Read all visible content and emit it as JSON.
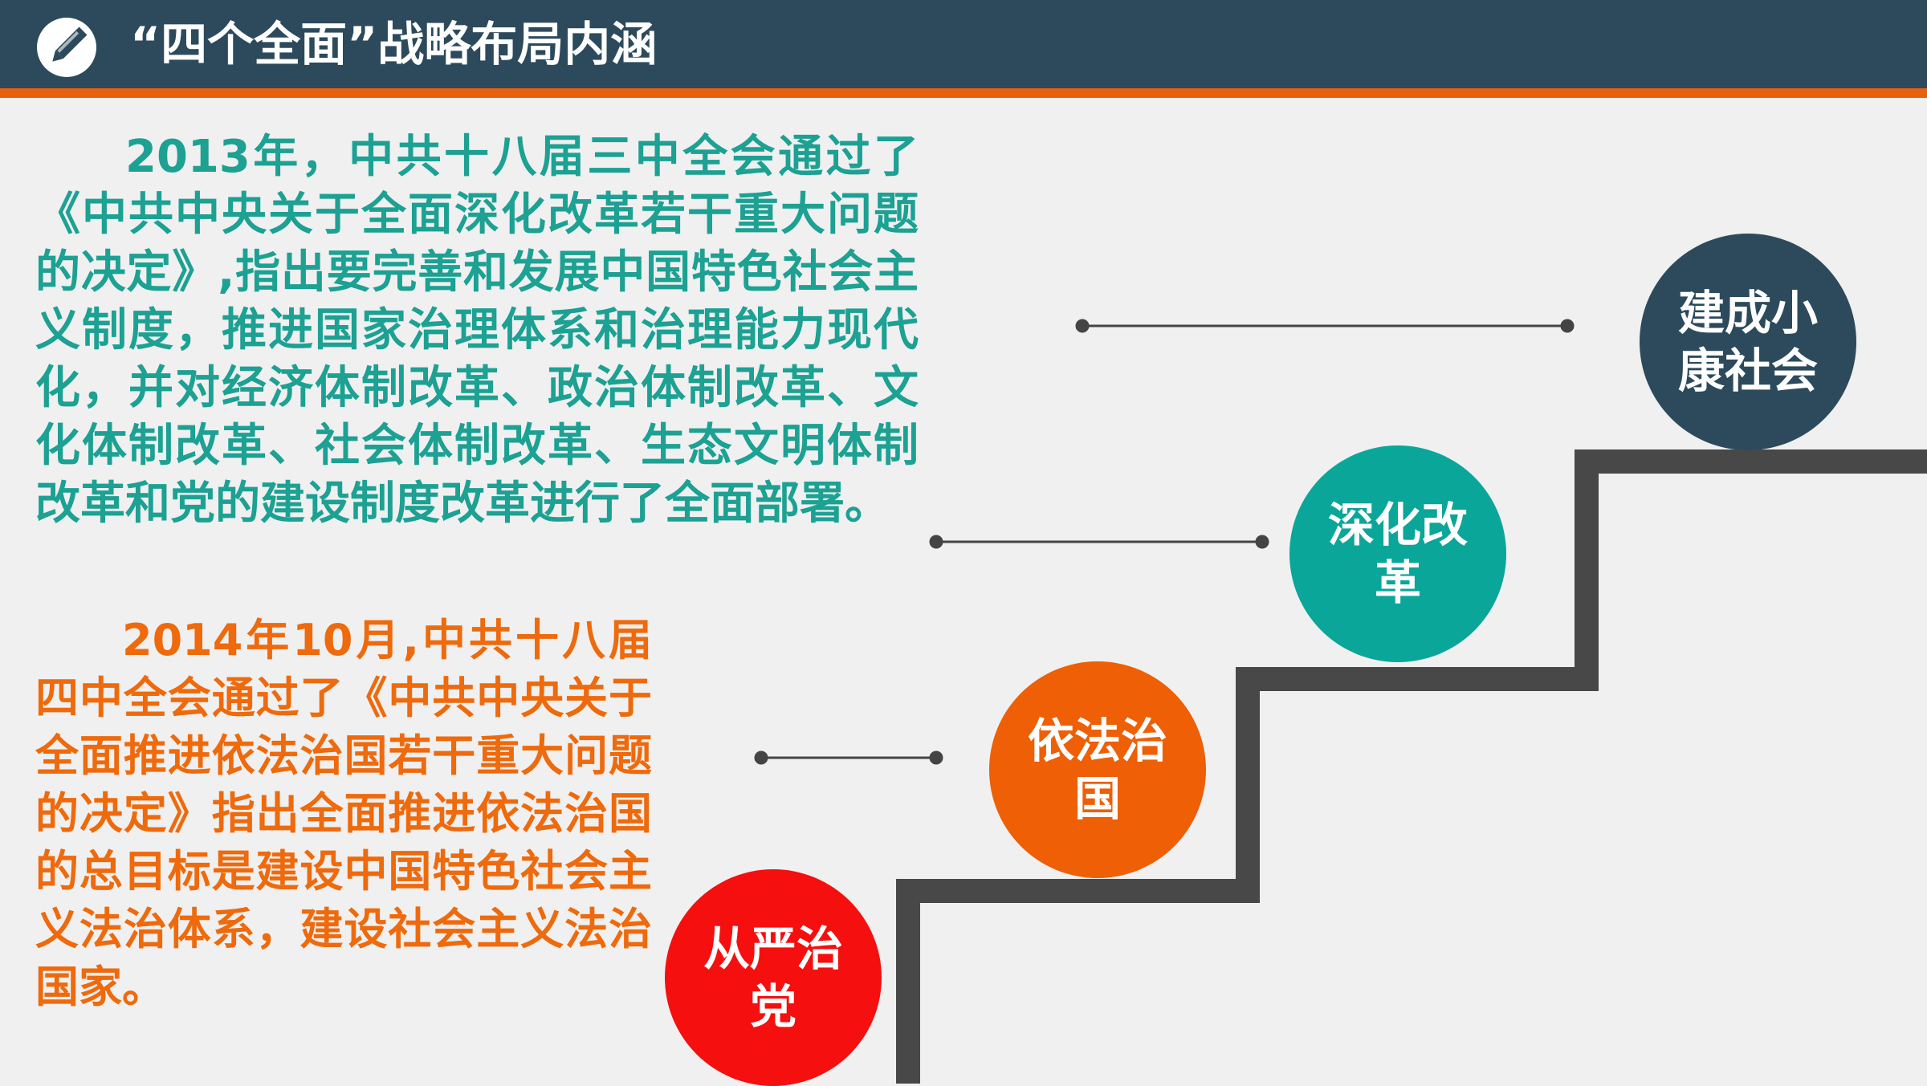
{
  "header": {
    "title": "“四个全面”战略布局内涵",
    "icon": "pencil-icon"
  },
  "paragraphs": {
    "p2013": "2013年，中共十八届三中全会通过了《中共中央关于全面深化改革若干重大问题的决定》,指出要完善和发展中国特色社会主义制度，推进国家治理体系和治理能力现代化，并对经济体制改革、政治体制改革、文化体制改革、社会体制改革、生态文明体制改革和党的建设制度改革进行了全面部署。",
    "p2014": "2014年10月,中共十八届四中全会通过了《中共中央关于全面推进依法治国若干重大问题的决定》指出全面推进依法治国的总目标是建设中国特色社会主义法治体系，建设社会主义法治国家。"
  },
  "circles": {
    "party": "从严治党",
    "law": "依法治国",
    "reform": "深化改革",
    "xiaokang": "建成小康社会"
  },
  "colors": {
    "header_bg": "#2c4a5c",
    "accent_orange": "#e8610f",
    "teal_text": "#1ca193",
    "orange_text": "#ee6a0c",
    "stairs": "#484848",
    "circle_red": "#f50f0f",
    "circle_orange": "#ee5f06",
    "circle_teal": "#0aa69a",
    "circle_navy": "#2c4a5c"
  }
}
